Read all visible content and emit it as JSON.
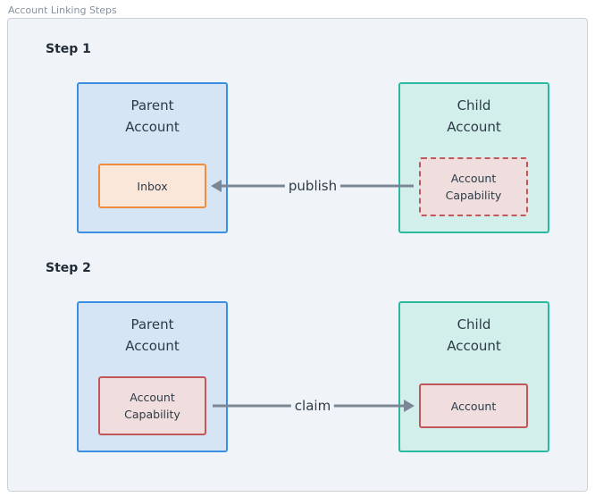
{
  "frame_title": "Account Linking Steps",
  "steps": [
    {
      "title": "Step 1",
      "parent": {
        "title_line1": "Parent",
        "title_line2": "Account",
        "inner": [
          "Inbox"
        ]
      },
      "child": {
        "title_line1": "Child",
        "title_line2": "Account",
        "inner": [
          "Account",
          "Capability"
        ]
      },
      "edge": {
        "label": "publish",
        "direction": "child-to-parent"
      }
    },
    {
      "title": "Step 2",
      "parent": {
        "title_line1": "Parent",
        "title_line2": "Account",
        "inner": [
          "Account",
          "Capability"
        ]
      },
      "child": {
        "title_line1": "Child",
        "title_line2": "Account",
        "inner": [
          "Account"
        ]
      },
      "edge": {
        "label": "claim",
        "direction": "parent-to-child"
      }
    }
  ],
  "colors": {
    "parent_fill": "#d6e5f5",
    "parent_border": "#3a8fe0",
    "child_fill": "#d2efec",
    "child_border": "#2bb9a0",
    "inbox_fill": "#fbe6da",
    "inbox_border": "#ef8c3e",
    "capability_fill": "#f0dede",
    "capability_border": "#c0585b",
    "arrow": "#7b8794"
  }
}
